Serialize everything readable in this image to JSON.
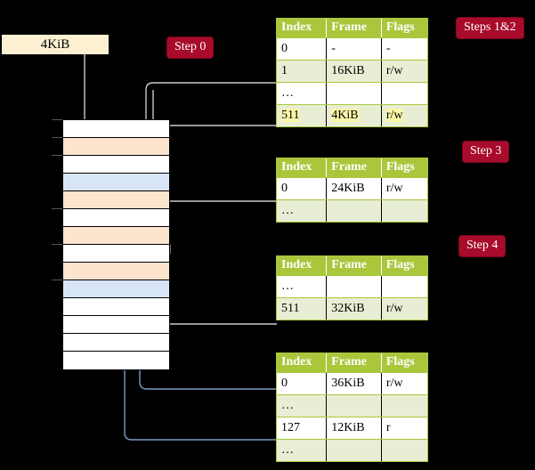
{
  "diagram": {
    "title_hidden": "",
    "accent_badge_color": "#a80b2b",
    "table_header_color": "#aac73c",
    "highlight_color": "#fbf7a8",
    "frame_orange": "#fce4cf",
    "frame_blue": "#d7e5f7",
    "label_box_color": "#fcefd2"
  },
  "badges": {
    "step0": "Step 0",
    "steps12": "Steps 1&2",
    "step3": "Step 3",
    "step4": "Step 4"
  },
  "memory": {
    "size_label": "4KiB",
    "rows": [
      {
        "fill": "white"
      },
      {
        "fill": "orange"
      },
      {
        "fill": "white"
      },
      {
        "fill": "blue"
      },
      {
        "fill": "orange"
      },
      {
        "fill": "white"
      },
      {
        "fill": "orange"
      },
      {
        "fill": "white"
      },
      {
        "fill": "orange"
      },
      {
        "fill": "blue"
      },
      {
        "fill": "white"
      },
      {
        "fill": "white"
      },
      {
        "fill": "white"
      },
      {
        "fill": "white"
      }
    ]
  },
  "tables": [
    {
      "name": "level4-table",
      "headers": [
        "Index",
        "Frame",
        "Flags"
      ],
      "rows": [
        {
          "cells": [
            "0",
            "-",
            "-"
          ],
          "alt": false,
          "highlight": [
            false,
            false,
            false
          ]
        },
        {
          "cells": [
            "1",
            "16KiB",
            "r/w"
          ],
          "alt": true,
          "highlight": [
            false,
            false,
            false
          ]
        },
        {
          "cells": [
            "…",
            "",
            ""
          ],
          "alt": false,
          "highlight": [
            false,
            false,
            false
          ]
        },
        {
          "cells": [
            "511",
            "4KiB",
            "r/w"
          ],
          "alt": true,
          "highlight": [
            true,
            true,
            true
          ]
        }
      ]
    },
    {
      "name": "level3-table",
      "headers": [
        "Index",
        "Frame",
        "Flags"
      ],
      "rows": [
        {
          "cells": [
            "0",
            "24KiB",
            "r/w"
          ],
          "alt": false,
          "highlight": [
            false,
            false,
            false
          ]
        },
        {
          "cells": [
            "…",
            "",
            ""
          ],
          "alt": true,
          "highlight": [
            false,
            false,
            false
          ]
        }
      ]
    },
    {
      "name": "level2-table",
      "headers": [
        "Index",
        "Frame",
        "Flags"
      ],
      "rows": [
        {
          "cells": [
            "…",
            "",
            ""
          ],
          "alt": false,
          "highlight": [
            false,
            false,
            false
          ]
        },
        {
          "cells": [
            "511",
            "32KiB",
            "r/w"
          ],
          "alt": true,
          "highlight": [
            false,
            false,
            false
          ]
        }
      ]
    },
    {
      "name": "level1-table",
      "headers": [
        "Index",
        "Frame",
        "Flags"
      ],
      "rows": [
        {
          "cells": [
            "0",
            "36KiB",
            "r/w"
          ],
          "alt": false,
          "highlight": [
            false,
            false,
            false
          ]
        },
        {
          "cells": [
            "…",
            "",
            ""
          ],
          "alt": true,
          "highlight": [
            false,
            false,
            false
          ]
        },
        {
          "cells": [
            "127",
            "12KiB",
            "r"
          ],
          "alt": false,
          "highlight": [
            false,
            false,
            false
          ]
        },
        {
          "cells": [
            "…",
            "",
            ""
          ],
          "alt": true,
          "highlight": [
            false,
            false,
            false
          ]
        }
      ]
    }
  ]
}
